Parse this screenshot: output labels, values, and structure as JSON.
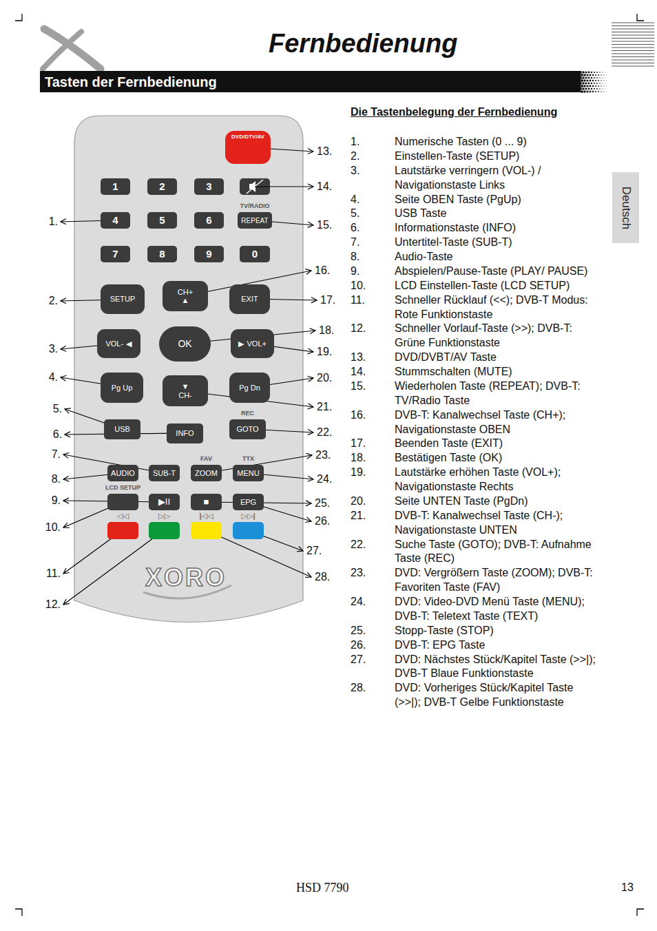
{
  "diagram": {
    "title": "Fernbedienung",
    "nodes": [
      {
        "text": [
          "Tasten der Fernbedienung"
        ]
      },
      {
        "text": [
          "Deutsch"
        ]
      },
      {
        "text": [
          "DVD/DTV/AV"
        ]
      },
      {
        "text": [
          "1"
        ]
      },
      {
        "text": [
          "2"
        ]
      },
      {
        "text": [
          "3"
        ]
      },
      {
        "text": [
          "4"
        ]
      },
      {
        "text": [
          "5"
        ]
      },
      {
        "text": [
          "6"
        ]
      },
      {
        "text": [
          "TV/RADIO",
          "REPEAT"
        ]
      },
      {
        "text": [
          "7"
        ]
      },
      {
        "text": [
          "8"
        ]
      },
      {
        "text": [
          "9"
        ]
      },
      {
        "text": [
          "0"
        ]
      },
      {
        "text": [
          "SETUP"
        ]
      },
      {
        "text": [
          "CH+",
          "▲"
        ]
      },
      {
        "text": [
          "EXIT"
        ]
      },
      {
        "text": [
          "VOL-",
          "◀"
        ]
      },
      {
        "text": [
          "OK"
        ]
      },
      {
        "text": [
          "▶",
          "VOL+"
        ]
      },
      {
        "text": [
          "Pg Up"
        ]
      },
      {
        "text": [
          "▼",
          "CH-"
        ]
      },
      {
        "text": [
          "Pg Dn"
        ]
      },
      {
        "text": [
          "USB"
        ]
      },
      {
        "text": [
          "INFO"
        ]
      },
      {
        "text": [
          "REC",
          "GOTO"
        ]
      },
      {
        "text": [
          "AUDIO"
        ]
      },
      {
        "text": [
          "SUB-T"
        ]
      },
      {
        "text": [
          "FAV",
          "ZOOM"
        ]
      },
      {
        "text": [
          "TTX",
          "MENU"
        ]
      },
      {
        "text": [
          "LCD SETUP"
        ]
      },
      {
        "text": [
          "▶II"
        ]
      },
      {
        "text": [
          "■"
        ]
      },
      {
        "text": [
          "EPG"
        ]
      },
      {
        "text": [
          "◁◁"
        ]
      },
      {
        "text": [
          "▷▷"
        ]
      },
      {
        "text": [
          "|◁◁"
        ]
      },
      {
        "text": [
          "▷▷|"
        ]
      }
    ],
    "labels": [
      "Die Tastenbelegung der Fernbedienung",
      "1.",
      "Numerische Tasten (0 ... 9)",
      "2.",
      "Einstellen-Taste (SETUP)",
      "3.",
      "Lautstärke verringern (VOL-) / Navigationstaste Links",
      "4.",
      "Seite OBEN Taste (PgUp)",
      "5.",
      "USB Taste",
      "6.",
      "Informationstaste (INFO)",
      "7.",
      "Untertitel-Taste (SUB-T)",
      "8.",
      "Audio-Taste",
      "9.",
      "Abspielen/Pause-Taste (PLAY/ PAUSE)",
      "10.",
      "LCD Einstellen-Taste (LCD SETUP)",
      "11.",
      "Schneller Rücklauf (<<); DVB-T Modus: Rote Funktionstaste",
      "12.",
      "Schneller Vorlauf-Taste (>>); DVB-T: Grüne Funktionstaste",
      "13.",
      "DVD/DVBT/AV Taste",
      "14.",
      "Stummschalten (MUTE)",
      "15.",
      "Wiederholen Taste (REPEAT); DVB-T: TV/Radio Taste",
      "16.",
      "DVB-T: Kanalwechsel Taste (CH+); Navigationstaste OBEN",
      "17.",
      "Beenden Taste (EXIT)",
      "18.",
      "Bestätigen Taste (OK)",
      "19.",
      "Lautstärke erhöhen Taste (VOL+); Navigationstaste Rechts",
      "20.",
      "Seite UNTEN Taste (PgDn)",
      "21.",
      "DVB-T: Kanalwechsel Taste (CH-); Navigationstaste UNTEN",
      "22.",
      "Suche Taste (GOTO); DVB-T: Aufnahme Taste (REC)",
      "23.",
      "DVD: Vergrößern Taste (ZOOM); DVB-T: Favoriten Taste (FAV)",
      "24.",
      "DVD: Video-DVD Menü Taste (MENU); DVB-T: Teletext Taste (TEXT)",
      "25.",
      "Stopp-Taste (STOP)",
      "26.",
      "DVB-T: EPG Taste",
      "27.",
      "DVD: Nächstes Stück/Kapitel Taste (>>|); DVB-T Blaue Funktionstaste",
      "28.",
      "DVD: Vorheriges Stück/Kapitel Taste (>>|); DVB-T Gelbe Funktionstaste",
      "1.",
      "2.",
      "3.",
      "4.",
      "5.",
      "6.",
      "7.",
      "8.",
      "9.",
      "10.",
      "11.",
      "12.",
      "13.",
      "14.",
      "15.",
      "16.",
      "17.",
      "18.",
      "19.",
      "20.",
      "21.",
      "22.",
      "23.",
      "24.",
      "25.",
      "26.",
      "27.",
      "28.",
      "XORO",
      "HSD 7790",
      "13"
    ]
  }
}
